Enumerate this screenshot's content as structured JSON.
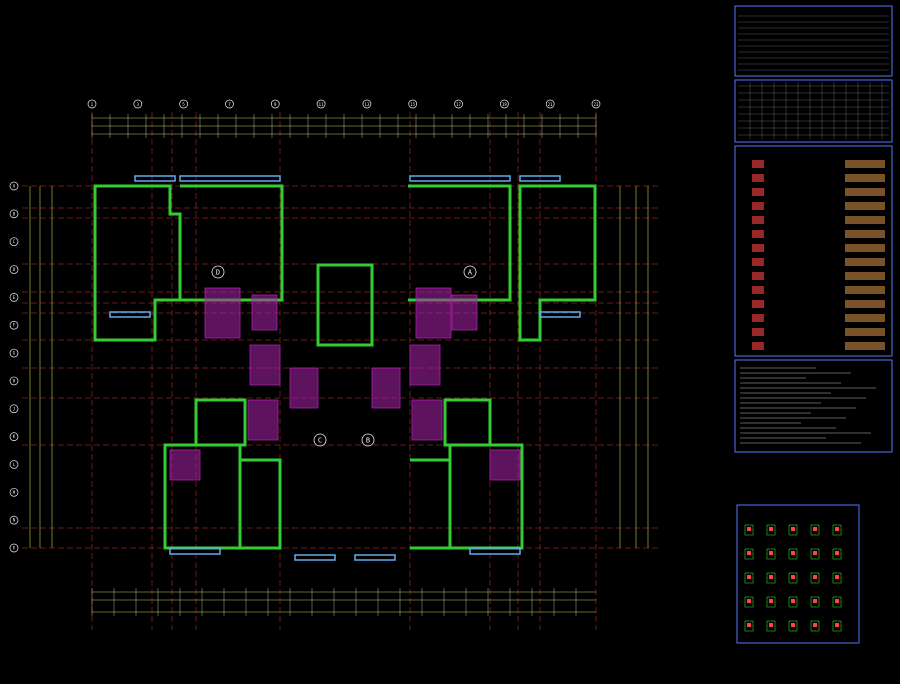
{
  "drawing": {
    "title": "",
    "scale": "",
    "subtitle": ""
  },
  "plan": {
    "unit_marks": [
      "D",
      "A",
      "C",
      "B"
    ],
    "grid_top": [
      "1",
      "3",
      "5",
      "7",
      "9",
      "11",
      "13",
      "15",
      "17",
      "19",
      "21",
      "23"
    ],
    "grid_left": [
      "A",
      "B",
      "C",
      "D",
      "E",
      "F",
      "G",
      "H",
      "J",
      "K",
      "L",
      "M",
      "N",
      "P"
    ]
  },
  "legend": {
    "header": ""
  },
  "colors": {
    "background": "#000000",
    "wall": "#33cc33",
    "room": "#aa22aa",
    "window": "#66aaee",
    "dim": "#cccc44",
    "grid": "#cc3333",
    "text": "#eeeeee",
    "frame": "#5577ff",
    "accent": "#ff4444"
  }
}
